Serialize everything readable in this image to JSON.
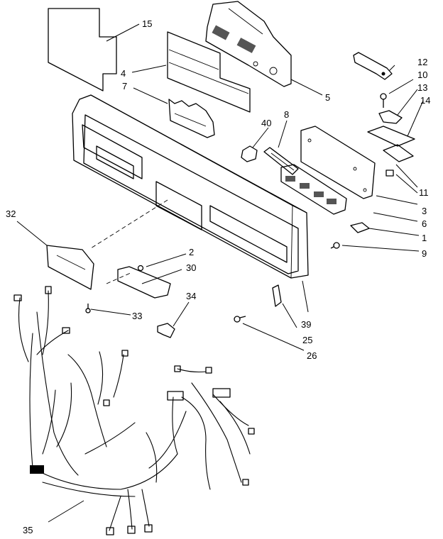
{
  "diagram": {
    "callouts": [
      {
        "id": "15",
        "text": "15"
      },
      {
        "id": "4",
        "text": "4"
      },
      {
        "id": "7",
        "text": "7"
      },
      {
        "id": "5",
        "text": "5"
      },
      {
        "id": "12",
        "text": "12"
      },
      {
        "id": "10",
        "text": "10"
      },
      {
        "id": "13",
        "text": "13"
      },
      {
        "id": "14",
        "text": "14"
      },
      {
        "id": "40",
        "text": "40"
      },
      {
        "id": "8",
        "text": "8"
      },
      {
        "id": "11",
        "text": "11"
      },
      {
        "id": "3",
        "text": "3"
      },
      {
        "id": "6",
        "text": "6"
      },
      {
        "id": "1",
        "text": "1"
      },
      {
        "id": "9",
        "text": "9"
      },
      {
        "id": "32",
        "text": "32"
      },
      {
        "id": "2",
        "text": "2"
      },
      {
        "id": "30",
        "text": "30"
      },
      {
        "id": "33",
        "text": "33"
      },
      {
        "id": "34",
        "text": "34"
      },
      {
        "id": "39",
        "text": "39"
      },
      {
        "id": "25",
        "text": "25"
      },
      {
        "id": "26",
        "text": "26"
      },
      {
        "id": "35",
        "text": "35"
      }
    ]
  }
}
